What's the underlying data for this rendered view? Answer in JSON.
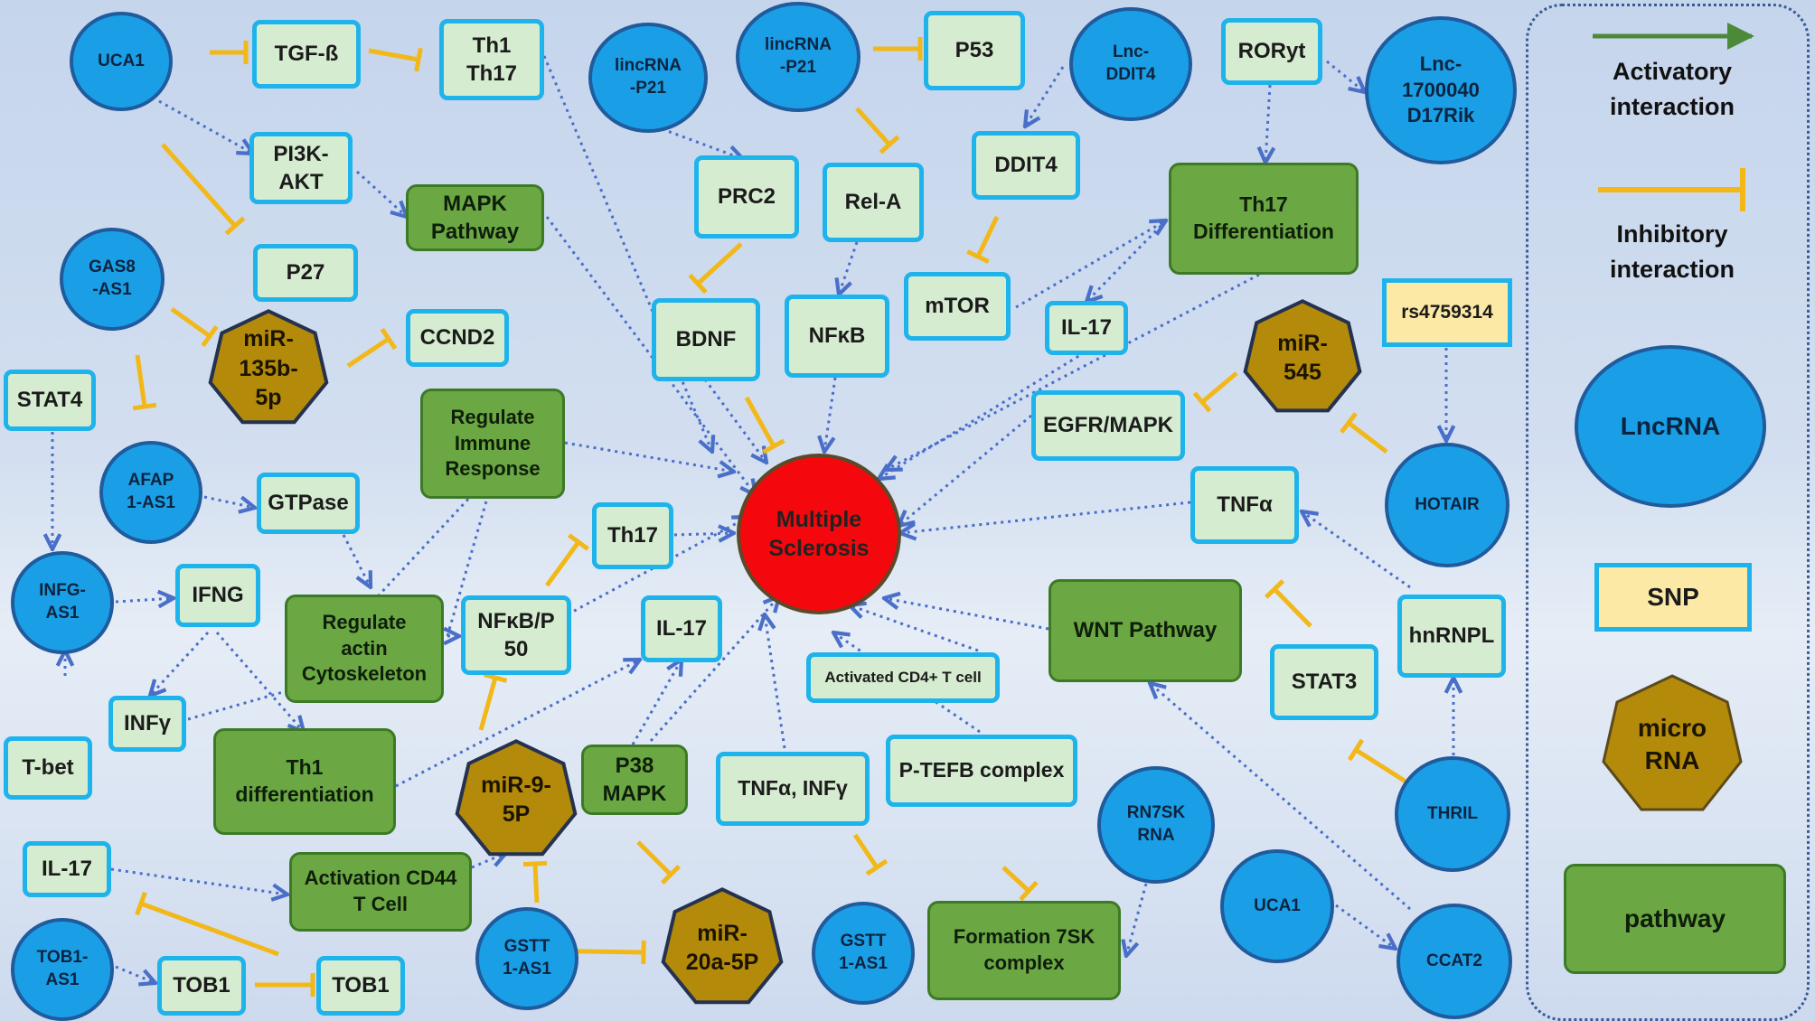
{
  "nodes": {
    "uca1_top": "UCA1",
    "tgfb": "TGF-ß",
    "th1_th17": "Th1\nTh17",
    "lincrna_p21_a": "lincRNA\n-P21",
    "lincrna_p21_b": "lincRNA\n-P21",
    "p53": "P53",
    "lnc_ddit4": "Lnc-\nDDIT4",
    "roryt": "RORyt",
    "lnc_1700040": "Lnc-\n1700040\nD17Rik",
    "pi3k_akt": "PI3K-\nAKT",
    "mapk_pathway": "MAPK\nPathway",
    "prc2": "PRC2",
    "rel_a": "Rel-A",
    "ddit4": "DDIT4",
    "th17_diff": "Th17\nDifferentiation",
    "gas8_as1": "GAS8\n-AS1",
    "p27": "P27",
    "mir135b": "miR-\n135b-\n5p",
    "ccnd2": "CCND2",
    "bdnf": "BDNF",
    "nfkb": "NFκB",
    "mtor": "mTOR",
    "il17_top": "IL-17",
    "rs4759314": "rs4759314",
    "mir545": "miR-\n545",
    "stat4": "STAT4",
    "regulate_immune": "Regulate\nImmune\nResponse",
    "afap1_as1": "AFAP\n1-AS1",
    "gtpase": "GTPase",
    "egfr_mapk": "EGFR/MAPK",
    "hotair": "HOTAIR",
    "th17_mid": "Th17",
    "multiple_sclerosis": "Multiple\nSclerosis",
    "tnfa": "TNFα",
    "infg_as1": "INFG-\nAS1",
    "ifng": "IFNG",
    "regulate_actin": "Regulate\nactin\nCytoskeleton",
    "nfkb_p50": "NFκB/P\n50",
    "il17_mid": "IL-17",
    "wnt": "WNT Pathway",
    "hnrnpl": "hnRNPL",
    "infy": "INFγ",
    "activated_cd4": "Activated CD4+ T cell",
    "stat3": "STAT3",
    "tbet": "T-bet",
    "th1_diff": "Th1\ndifferentiation",
    "mir9": "miR-9-\n5P",
    "p38": "P38\nMAPK",
    "tnfa_infy": "TNFα, INFγ",
    "ptefb": "P-TEFB complex",
    "rn7sk": "RN7SK\nRNA",
    "thril": "THRIL",
    "il17_left": "IL-17",
    "activation_cd44": "Activation CD44\nT Cell",
    "uca1_bottom": "UCA1",
    "tob1_as1": "TOB1-\nAS1",
    "tob1_a": "TOB1",
    "tob1_b": "TOB1",
    "gstt1_as1_a": "GSTT\n1-AS1",
    "mir20a": "miR-\n20a-5P",
    "gstt1_as1_b": "GSTT\n1-AS1",
    "formation_7sk": "Formation 7SK\ncomplex",
    "ccat2": "CCAT2"
  },
  "legend": {
    "activatory": "Activatory\ninteraction",
    "inhibitory": "Inhibitory\ninteraction",
    "lncrna": "LncRNA",
    "snp": "SNP",
    "microrna": "micro\nRNA",
    "pathway": "pathway"
  },
  "colors": {
    "lncrna_fill": "#1a9fe6",
    "factor_fill": "#d6ecd0",
    "factor_border": "#1fb3ec",
    "pathway_fill": "#6ba844",
    "mirna_fill": "#b48a0a",
    "snp_fill": "#fde9a6",
    "disease_fill": "#f5080d",
    "activation_edge": "#4a6fc9",
    "inhibition_edge": "#f2b81a",
    "legend_activation": "#4c8a3a"
  }
}
